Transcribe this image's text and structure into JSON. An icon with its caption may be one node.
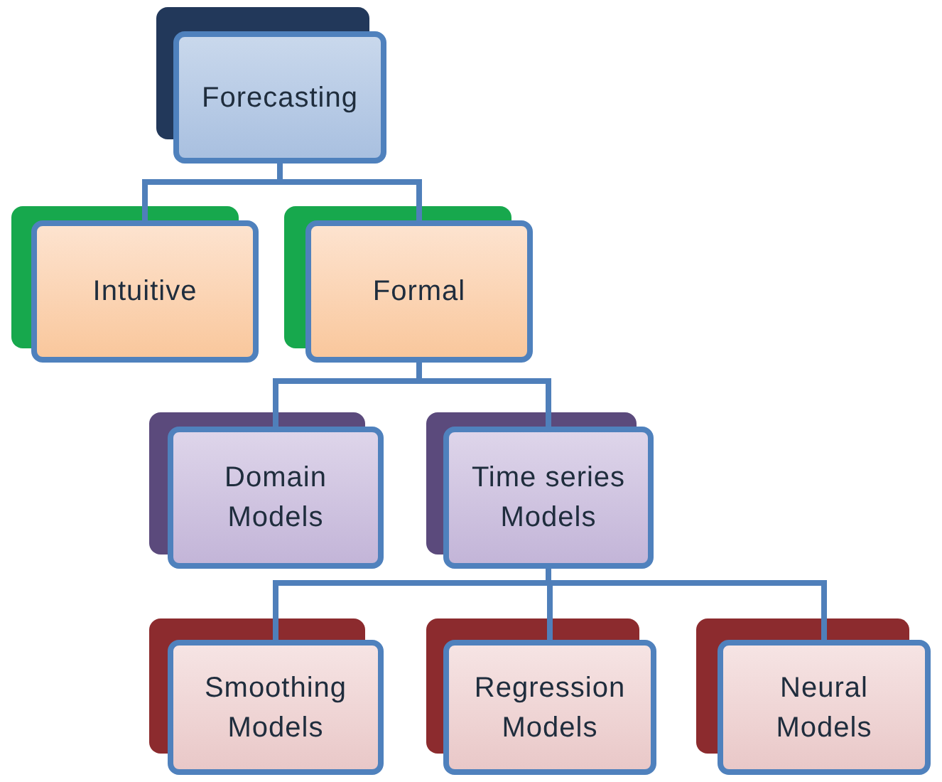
{
  "diagram": {
    "nodes": [
      {
        "text": [
          "Forecasting"
        ]
      },
      {
        "text": [
          "Intuitive"
        ]
      },
      {
        "text": [
          "Formal"
        ]
      },
      {
        "text": [
          "Domain Models"
        ]
      },
      {
        "text": [
          "Time series Models"
        ]
      },
      {
        "text": [
          "Smoothing Models"
        ]
      },
      {
        "text": [
          "Regression Models"
        ]
      },
      {
        "text": [
          "Neural Models"
        ]
      }
    ],
    "edges": [
      {
        "from": 0,
        "to": 1,
        "arrow": "none"
      },
      {
        "from": 0,
        "to": 2,
        "arrow": "none"
      },
      {
        "from": 2,
        "to": 3,
        "arrow": "none"
      },
      {
        "from": 2,
        "to": 4,
        "arrow": "none"
      },
      {
        "from": 4,
        "to": 5,
        "arrow": "none"
      },
      {
        "from": 4,
        "to": 6,
        "arrow": "none"
      },
      {
        "from": 4,
        "to": 7,
        "arrow": "none"
      }
    ]
  }
}
